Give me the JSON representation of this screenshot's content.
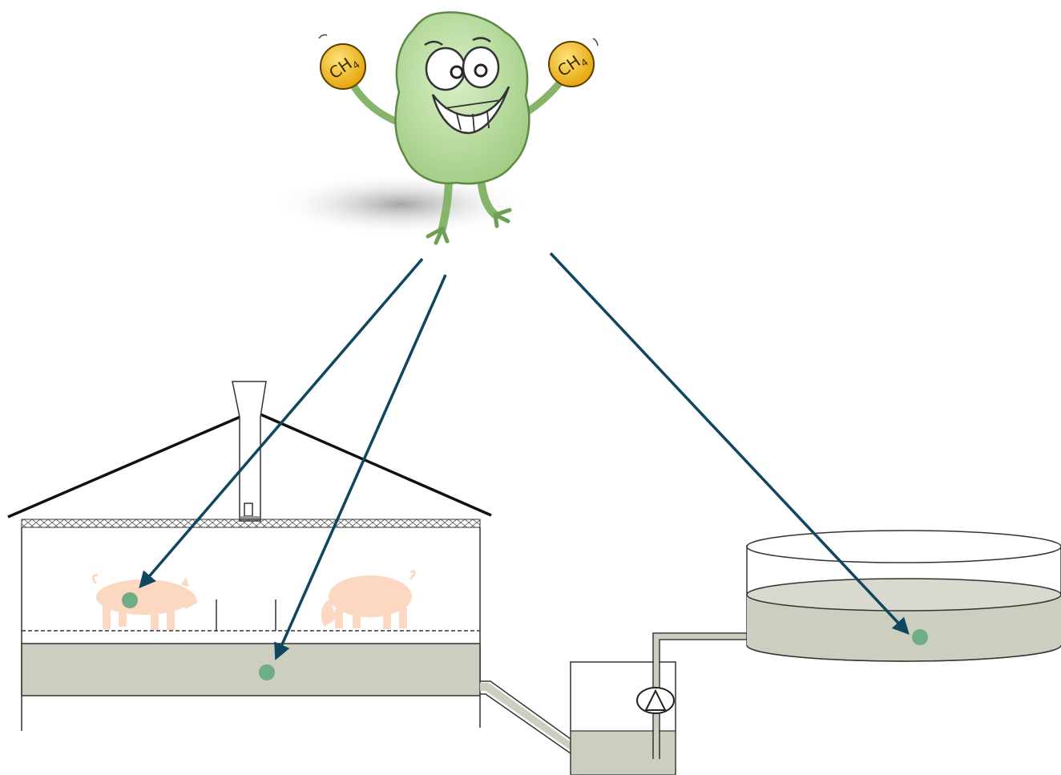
{
  "microbe": {
    "body_color": "#a9d38f",
    "outline_color": "#4f7a3a",
    "left_ball": {
      "formula": "CH",
      "subscript": "4"
    },
    "right_ball": {
      "formula": "CH",
      "subscript": "4"
    },
    "ball_color": "#f2c21b"
  },
  "arrows": {
    "color": "#0f4660",
    "targets": [
      "pig",
      "slurry-pit",
      "storage-tank"
    ]
  },
  "barn": {
    "slurry_color": "#cccfbf",
    "pig_color": "#fcd7c2",
    "marker_color": "#6fae85"
  },
  "storage_tank": {
    "slurry_color": "#cccfbf"
  },
  "pump_pit": {
    "slurry_color": "#cccfbf"
  }
}
